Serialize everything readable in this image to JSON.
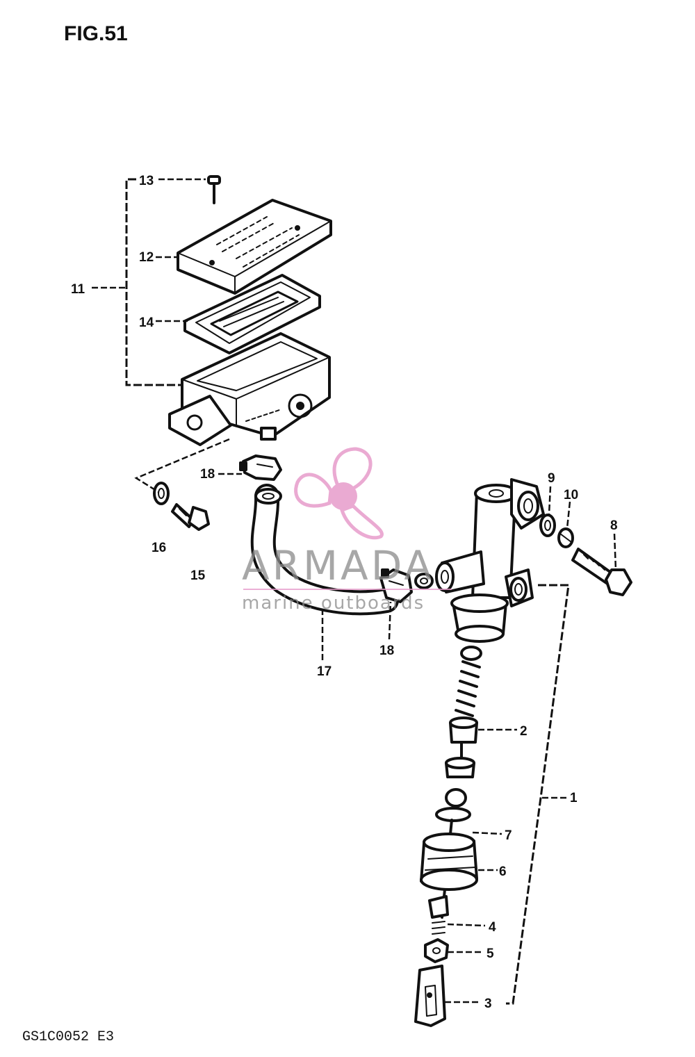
{
  "figure": {
    "title": "FIG.51",
    "drawing_code": "GS1C0052 E3"
  },
  "watermark": {
    "brand": "ARMADA",
    "tagline": "marine outboards",
    "accent_color": "#e79ccb",
    "text_color": "#8a8a8a"
  },
  "callouts": [
    "1",
    "2",
    "3",
    "4",
    "5",
    "6",
    "7",
    "8",
    "9",
    "10",
    "11",
    "12",
    "13",
    "14",
    "15",
    "16",
    "17",
    "18",
    "18"
  ]
}
